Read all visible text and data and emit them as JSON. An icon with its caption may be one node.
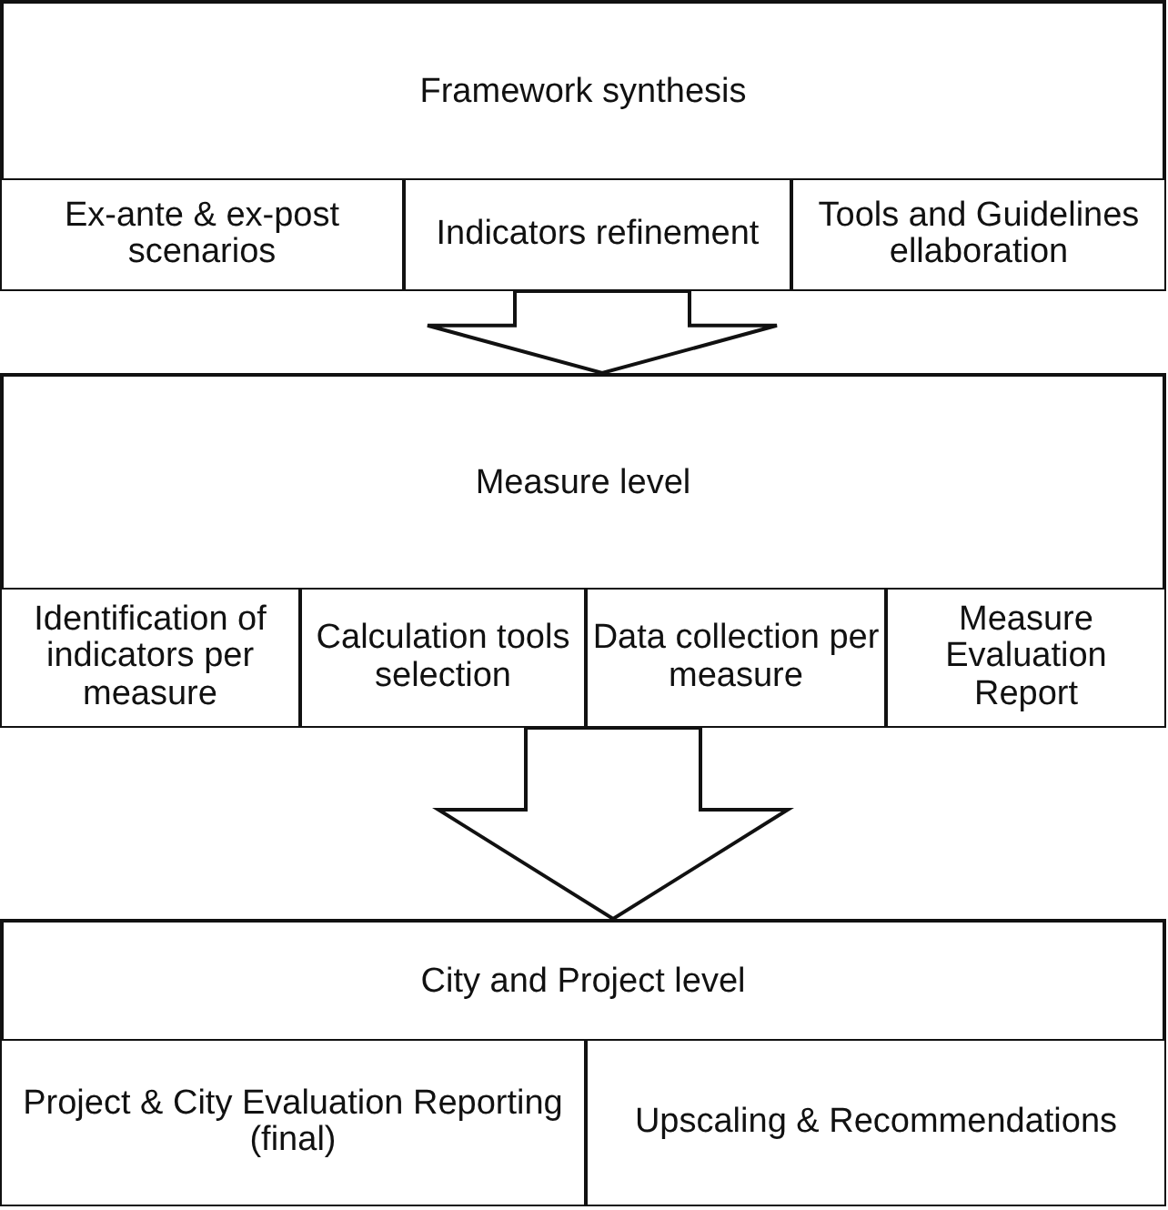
{
  "diagram": {
    "nodes": [
      {
        "text": [
          "Framework synthesis"
        ]
      },
      {
        "text": [
          "Ex-ante & ex-post scenarios"
        ],
        "in": 0
      },
      {
        "text": [
          "Indicators refinement"
        ],
        "in": 0
      },
      {
        "text": [
          "Tools and Guidelines ellaboration"
        ],
        "in": 0
      },
      {
        "text": [
          "Measure level"
        ]
      },
      {
        "text": [
          "Identification of indicators per measure"
        ],
        "in": 4
      },
      {
        "text": [
          "Calculation tools selection"
        ],
        "in": 4
      },
      {
        "text": [
          "Data collection per measure"
        ],
        "in": 4
      },
      {
        "text": [
          "Measure Evaluation Report"
        ],
        "in": 4
      },
      {
        "text": [
          "City and Project level"
        ]
      },
      {
        "text": [
          "Project & City Evaluation Reporting (final)"
        ],
        "in": 9
      },
      {
        "text": [
          "Upscaling & Recommendations"
        ],
        "in": 9
      }
    ],
    "edges": [
      {
        "from": 0,
        "to": 4,
        "arrow": "to"
      },
      {
        "from": 4,
        "to": 9,
        "arrow": "to"
      }
    ]
  }
}
